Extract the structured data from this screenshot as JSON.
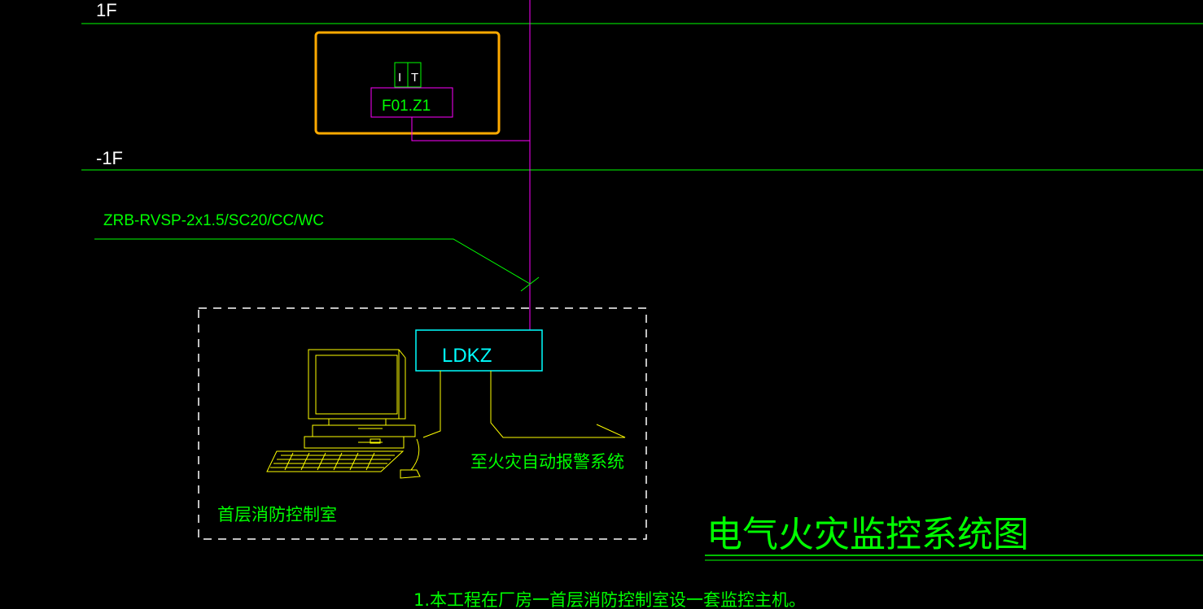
{
  "floors": {
    "upper": "1F",
    "lower": "-1F"
  },
  "device": {
    "type_label": "I",
    "type_label_b": "T",
    "code": "F01.Z1"
  },
  "cable_spec": "ZRB-RVSP-2x1.5/SC20/CC/WC",
  "controller": "LDKZ",
  "to_fire_alarm": "至火灾自动报警系统",
  "room_label": "首层消防控制室",
  "diagram_title": "电气火灾监控系统图",
  "note": "1.本工程在厂房一首层消防控制室设一套监控主机。",
  "colors": {
    "background": "#000000",
    "floor_line": "#00ff00",
    "bus": "#ff00ff",
    "highlight": "#ffaa00",
    "controller": "#00ffff",
    "equipment": "#ffff00",
    "text_green": "#00ff00",
    "text_white": "#ffffff"
  }
}
